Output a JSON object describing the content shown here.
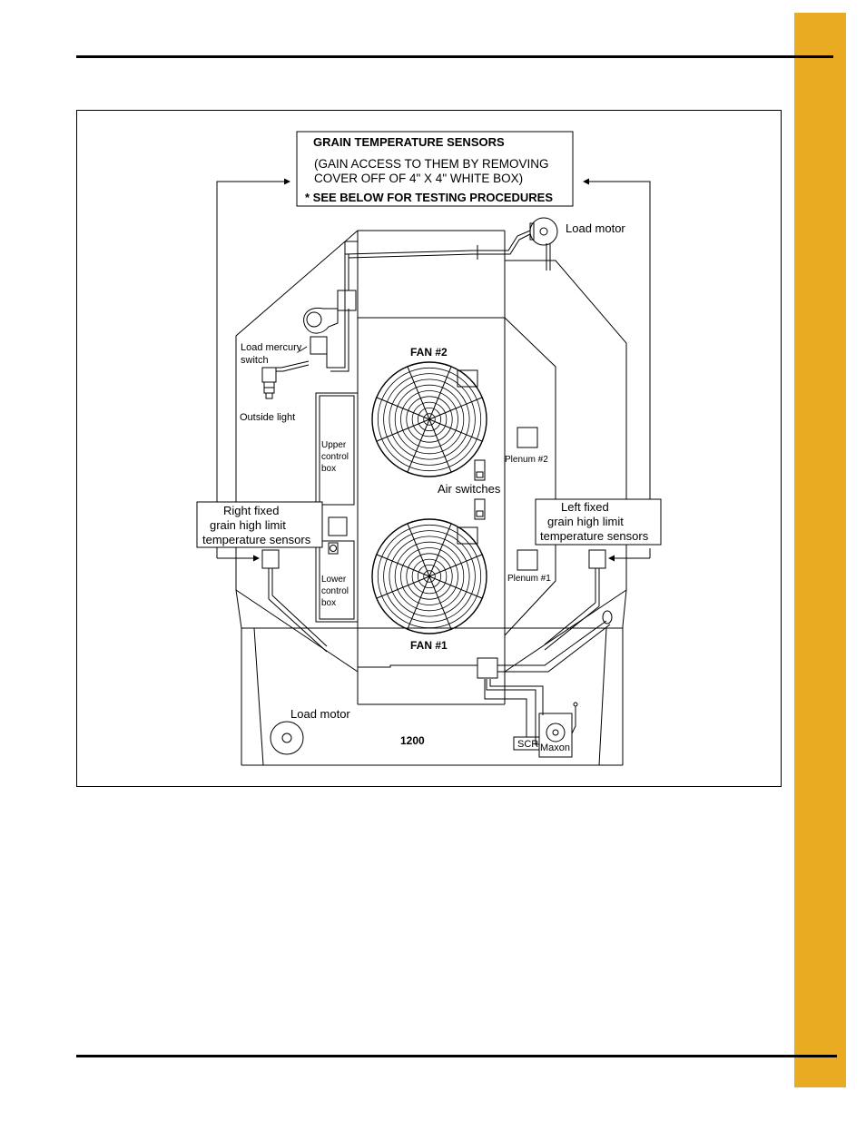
{
  "diagram": {
    "callout_title": "GRAIN TEMPERATURE SENSORS",
    "callout_line1": "(GAIN ACCESS TO THEM BY REMOVING",
    "callout_line2": "COVER OFF OF 4\" X 4\" WHITE BOX)",
    "callout_line3": "* SEE BELOW FOR TESTING PROCEDURES",
    "load_motor_top": "Load motor",
    "load_motor_bottom": "Load motor",
    "load_mercury_switch_1": "Load mercury",
    "load_mercury_switch_2": "switch",
    "outside_light": "Outside light",
    "fan2": "FAN #2",
    "fan1": "FAN #1",
    "upper_control_box_1": "Upper",
    "upper_control_box_2": "control",
    "upper_control_box_3": "box",
    "lower_control_box_1": "Lower",
    "lower_control_box_2": "control",
    "lower_control_box_3": "box",
    "plenum2": "Plenum #2",
    "plenum1": "Plenum #1",
    "air_switches": "Air switches",
    "right_fixed_1": "Right fixed",
    "right_fixed_2": "grain high limit",
    "right_fixed_3": "temperature sensors",
    "left_fixed_1": "Left fixed",
    "left_fixed_2": "grain high limit",
    "left_fixed_3": "temperature sensors",
    "model": "1200",
    "scr": "SCR",
    "maxon": "Maxon"
  }
}
